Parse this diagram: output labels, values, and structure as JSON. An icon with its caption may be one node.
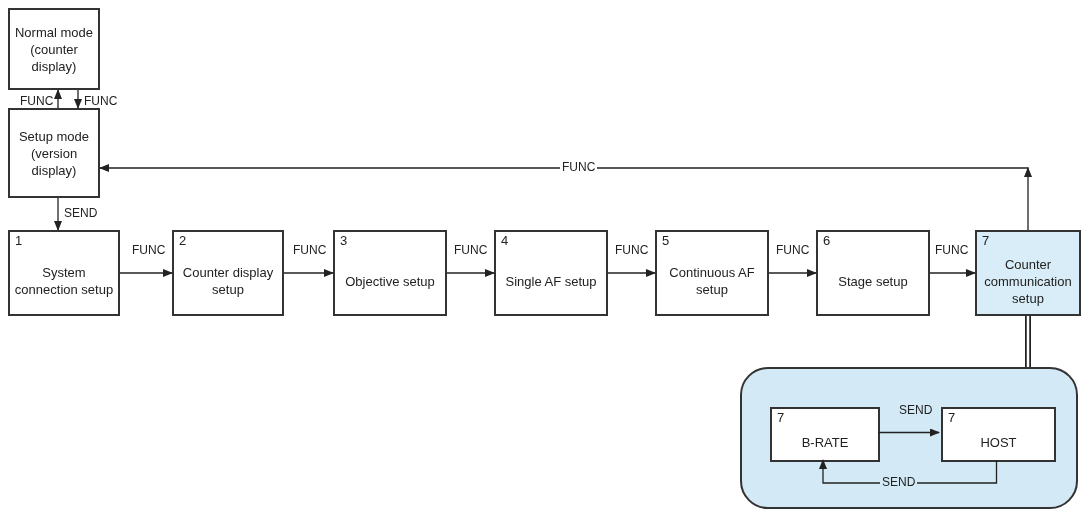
{
  "diagram": {
    "nodes": [
      {
        "text": [
          "Normal mode (counter display)"
        ]
      },
      {
        "text": [
          "Setup mode (version display)"
        ]
      },
      {
        "text": [
          "1",
          "System connection setup"
        ]
      },
      {
        "text": [
          "2",
          "Counter display setup"
        ]
      },
      {
        "text": [
          "3",
          "Objective setup"
        ]
      },
      {
        "text": [
          "4",
          "Single AF setup"
        ]
      },
      {
        "text": [
          "5",
          "Continuous AF setup"
        ]
      },
      {
        "text": [
          "6",
          "Stage setup"
        ]
      },
      {
        "text": [
          "7",
          "Counter communication setup"
        ]
      },
      {
        "text": [],
        "shape": "box"
      },
      {
        "text": [
          "7",
          "B-RATE"
        ],
        "in": 9
      },
      {
        "text": [
          "7",
          "HOST"
        ],
        "in": 9
      }
    ],
    "edges": [
      {
        "from": 1,
        "to": 0,
        "arrow": "to",
        "label": "FUNC"
      },
      {
        "from": 0,
        "to": 1,
        "arrow": "to",
        "label": "FUNC"
      },
      {
        "from": 1,
        "to": 2,
        "arrow": "to",
        "label": "SEND"
      },
      {
        "from": 2,
        "to": 3,
        "arrow": "to",
        "label": "FUNC"
      },
      {
        "from": 3,
        "to": 4,
        "arrow": "to",
        "label": "FUNC"
      },
      {
        "from": 4,
        "to": 5,
        "arrow": "to",
        "label": "FUNC"
      },
      {
        "from": 5,
        "to": 6,
        "arrow": "to",
        "label": "FUNC"
      },
      {
        "from": 6,
        "to": 7,
        "arrow": "to",
        "label": "FUNC"
      },
      {
        "from": 7,
        "to": 8,
        "arrow": "to",
        "label": "FUNC"
      },
      {
        "from": 8,
        "to": 1,
        "arrow": "to",
        "label": "FUNC"
      },
      {
        "from": 8,
        "to": 9,
        "arrow": "none",
        "style": "thick"
      },
      {
        "from": 10,
        "to": 11,
        "arrow": "to",
        "label": "SEND"
      },
      {
        "from": 11,
        "to": 10,
        "arrow": "to",
        "label": "SEND"
      }
    ]
  }
}
